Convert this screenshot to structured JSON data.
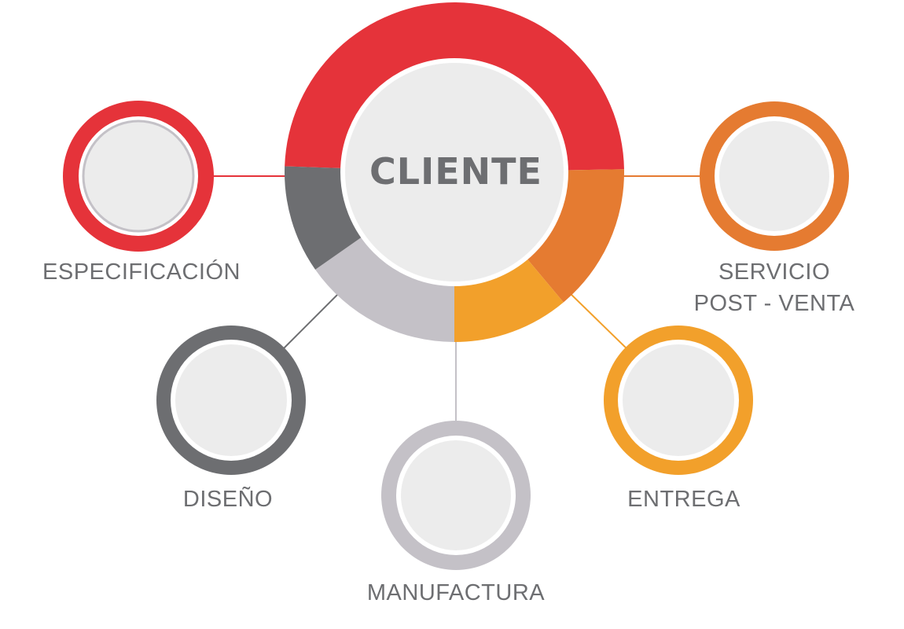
{
  "center": {
    "title": "CLIENTE"
  },
  "stages": [
    {
      "id": "especificacion",
      "label": "ESPECIFICACIÓN",
      "color": "#e5333a"
    },
    {
      "id": "diseno",
      "label": "DISEÑO",
      "color": "#6d6e71"
    },
    {
      "id": "manufactura",
      "label": "MANUFACTURA",
      "color": "#c4c1c7"
    },
    {
      "id": "entrega",
      "label": "ENTREGA",
      "color": "#f2a02b"
    },
    {
      "id": "servicio",
      "label_line1": "SERVICIO",
      "label_line2": "POST - VENTA",
      "color": "#e57b31"
    }
  ],
  "colors": {
    "inner_fill": "#ececec",
    "text": "#6d6e71",
    "background": "#ffffff"
  }
}
